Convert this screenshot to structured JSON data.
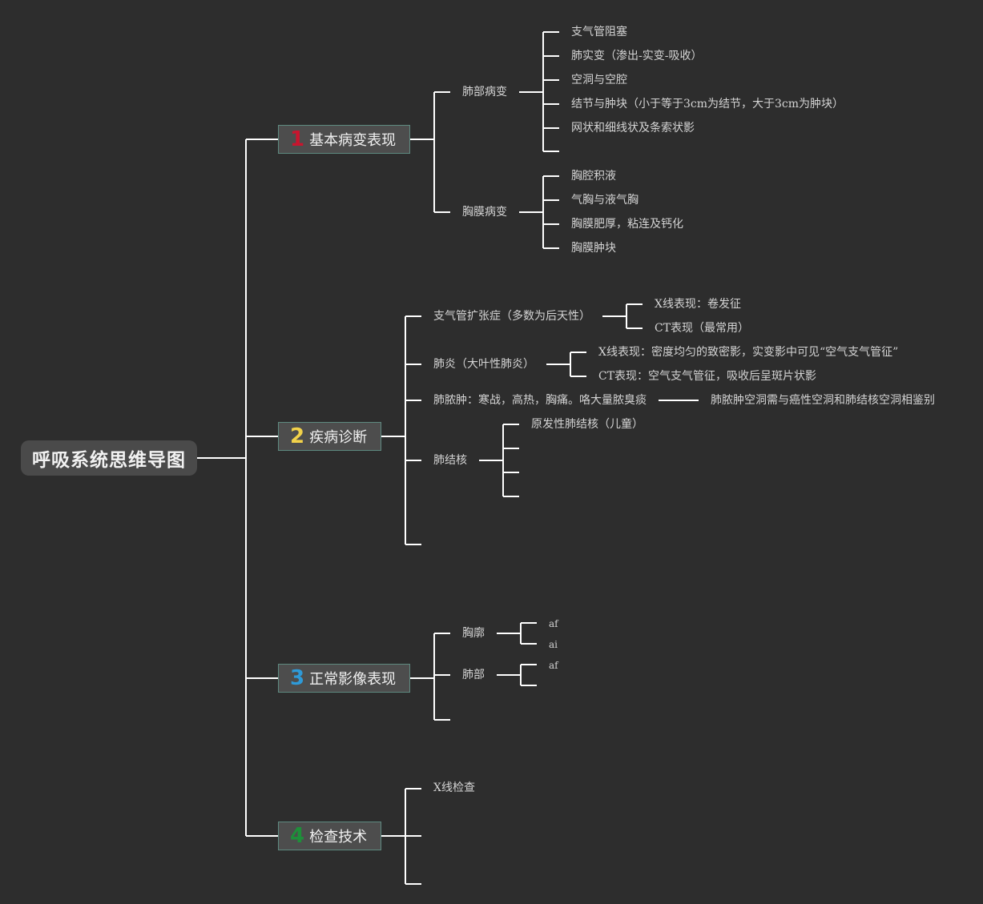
{
  "title": "呼吸系统思维导图",
  "colors": {
    "background": "#2d2d2d",
    "line": "#ffffff",
    "num1": "#c8152e",
    "num2": "#f2d24a",
    "num3": "#2e9ad8",
    "num4": "#1e8f3a"
  },
  "branches": [
    {
      "num": "1",
      "label": "基本病变表现",
      "children": [
        {
          "label": "肺部病变",
          "children": [
            "支气管阻塞",
            "肺实变（渗出-实变-吸收）",
            "空洞与空腔",
            "结节与肿块（小于等于3cm为结节，大于3cm为肿块）",
            "网状和细线状及条索状影",
            ""
          ]
        },
        {
          "label": "胸膜病变",
          "children": [
            "胸腔积液",
            "气胸与液气胸",
            "胸膜肥厚，粘连及钙化",
            "胸膜肿块"
          ]
        }
      ]
    },
    {
      "num": "2",
      "label": "疾病诊断",
      "children": [
        {
          "label": "支气管扩张症（多数为后天性）",
          "children": [
            "X线表现：卷发征",
            "CT表现（最常用）"
          ]
        },
        {
          "label": "肺炎（大叶性肺炎）",
          "children": [
            "X线表现：密度均匀的致密影，实变影中可见“空气支气管征”",
            "CT表现：空气支气管征，吸收后呈斑片状影"
          ]
        },
        {
          "label": "肺脓肿：寒战，高热，胸痛。咯大量脓臭痰",
          "children": [
            "肺脓肿空洞需与癌性空洞和肺结核空洞相鉴别"
          ]
        },
        {
          "label": "肺结核",
          "children": [
            "原发性肺结核（儿童）",
            "",
            "",
            ""
          ]
        },
        {
          "label": "",
          "children": []
        }
      ]
    },
    {
      "num": "3",
      "label": "正常影像表现",
      "children": [
        {
          "label": "胸廓",
          "children": [
            "af",
            "ai"
          ]
        },
        {
          "label": "肺部",
          "children": [
            "af",
            ""
          ]
        },
        {
          "label": "",
          "children": []
        }
      ]
    },
    {
      "num": "4",
      "label": "检查技术",
      "children": [
        {
          "label": "X线检查",
          "children": []
        },
        {
          "label": "",
          "children": []
        },
        {
          "label": "",
          "children": []
        }
      ]
    }
  ]
}
